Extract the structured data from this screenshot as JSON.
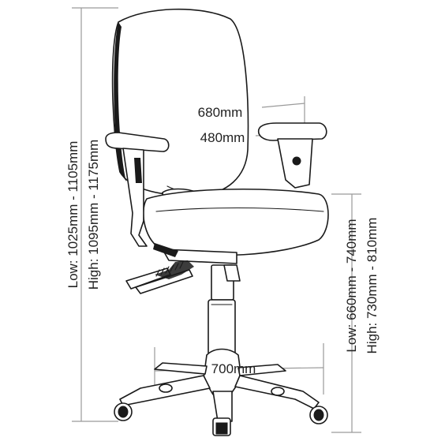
{
  "dimensions": {
    "width_overall": "680mm",
    "width_seat": "480mm",
    "height_total_low": "Low: 1025mm - 1105mm",
    "height_total_high": "High: 1095mm - 1175mm",
    "height_seat_low": "Low: 660mm - 740mm",
    "height_seat_high": "High: 730mm - 810mm",
    "base_width": "700mm"
  }
}
